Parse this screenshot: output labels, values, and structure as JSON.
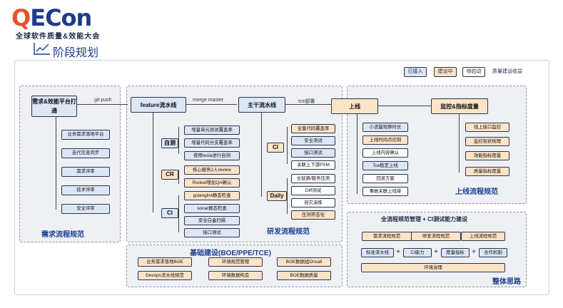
{
  "header": {
    "logo_q": "Q",
    "logo_rest": "ECon",
    "logo_sub": "全球软件质量&效能大会",
    "phase_title": "阶段规划"
  },
  "legend": {
    "onboarded": "已接入",
    "building": "建设中",
    "pending": "待启动",
    "benefit": "质量建设收益"
  },
  "requirements": {
    "main": "需求&效能平台打通",
    "items": [
      "业务需求落地平台",
      "迭代信息同步",
      "需求评审",
      "技术评审",
      "安全评审"
    ],
    "title": "需求流程规范"
  },
  "edges": {
    "git_push": "git push",
    "merge_master": "merge master",
    "tce_deploy": "tce部署"
  },
  "dev": {
    "feature": "feature流水线",
    "trunk": "主干流水线",
    "selftest": "自测",
    "selftest_items": [
      "增量单元测试覆盖率",
      "增量代码分支覆盖率",
      "使用tesla进行自测"
    ],
    "cr": "CR",
    "cr_items": [
      "核心服务2人review",
      "Rocket增加QA确认"
    ],
    "ci": "CI",
    "ci_items": [
      "golanglint静态检查",
      "sonar静态检查",
      "安全白盒扫描",
      "接口测试"
    ],
    "trunk_ci": "CI",
    "trunk_ci_items": [
      "全量代码覆盖率",
      "安全测试",
      "接口测试",
      "关联上下游PSM"
    ],
    "daily": "Daily",
    "daily_items": [
      "全链路/服务压测",
      "Diff测试",
      "容灾演练",
      "压测常态化"
    ],
    "title": "研发流程规范"
  },
  "infra": {
    "title": "基础建设(BOE/PPE/TCE)",
    "items": [
      "业务需求落地BOE",
      "环境规范管理",
      "BOE数据组Oncall",
      "Devops流水线规范",
      "环境数据构造",
      "BOE数据质量"
    ]
  },
  "online": {
    "main": "上线",
    "items": [
      "小流量观察时长",
      "上线时间点控制",
      "上线内容确认",
      "Tce稳定上线",
      "回滚方案",
      "事故关联上线单"
    ],
    "monitor": "监控&指标度量",
    "monitor_items": [
      "线上接口监控",
      "监控现状梳理",
      "效能指标度量",
      "质量指标度量"
    ],
    "title": "上线流程规范"
  },
  "overall": {
    "heading": "全流程规范管理 + CI测试能力建设",
    "specs": [
      "需求流程规范",
      "研发流程规范",
      "上线流程规范"
    ],
    "caps": [
      "标准流水线",
      "CI能力",
      "度量指标",
      "合作机制"
    ],
    "plus": "+",
    "env": "环境治理",
    "title": "整体思路"
  },
  "colors": {
    "onboarded": "#dce6f5",
    "building": "#fde3c8",
    "pending": "#ffffff",
    "accent": "#1b3f8f"
  }
}
